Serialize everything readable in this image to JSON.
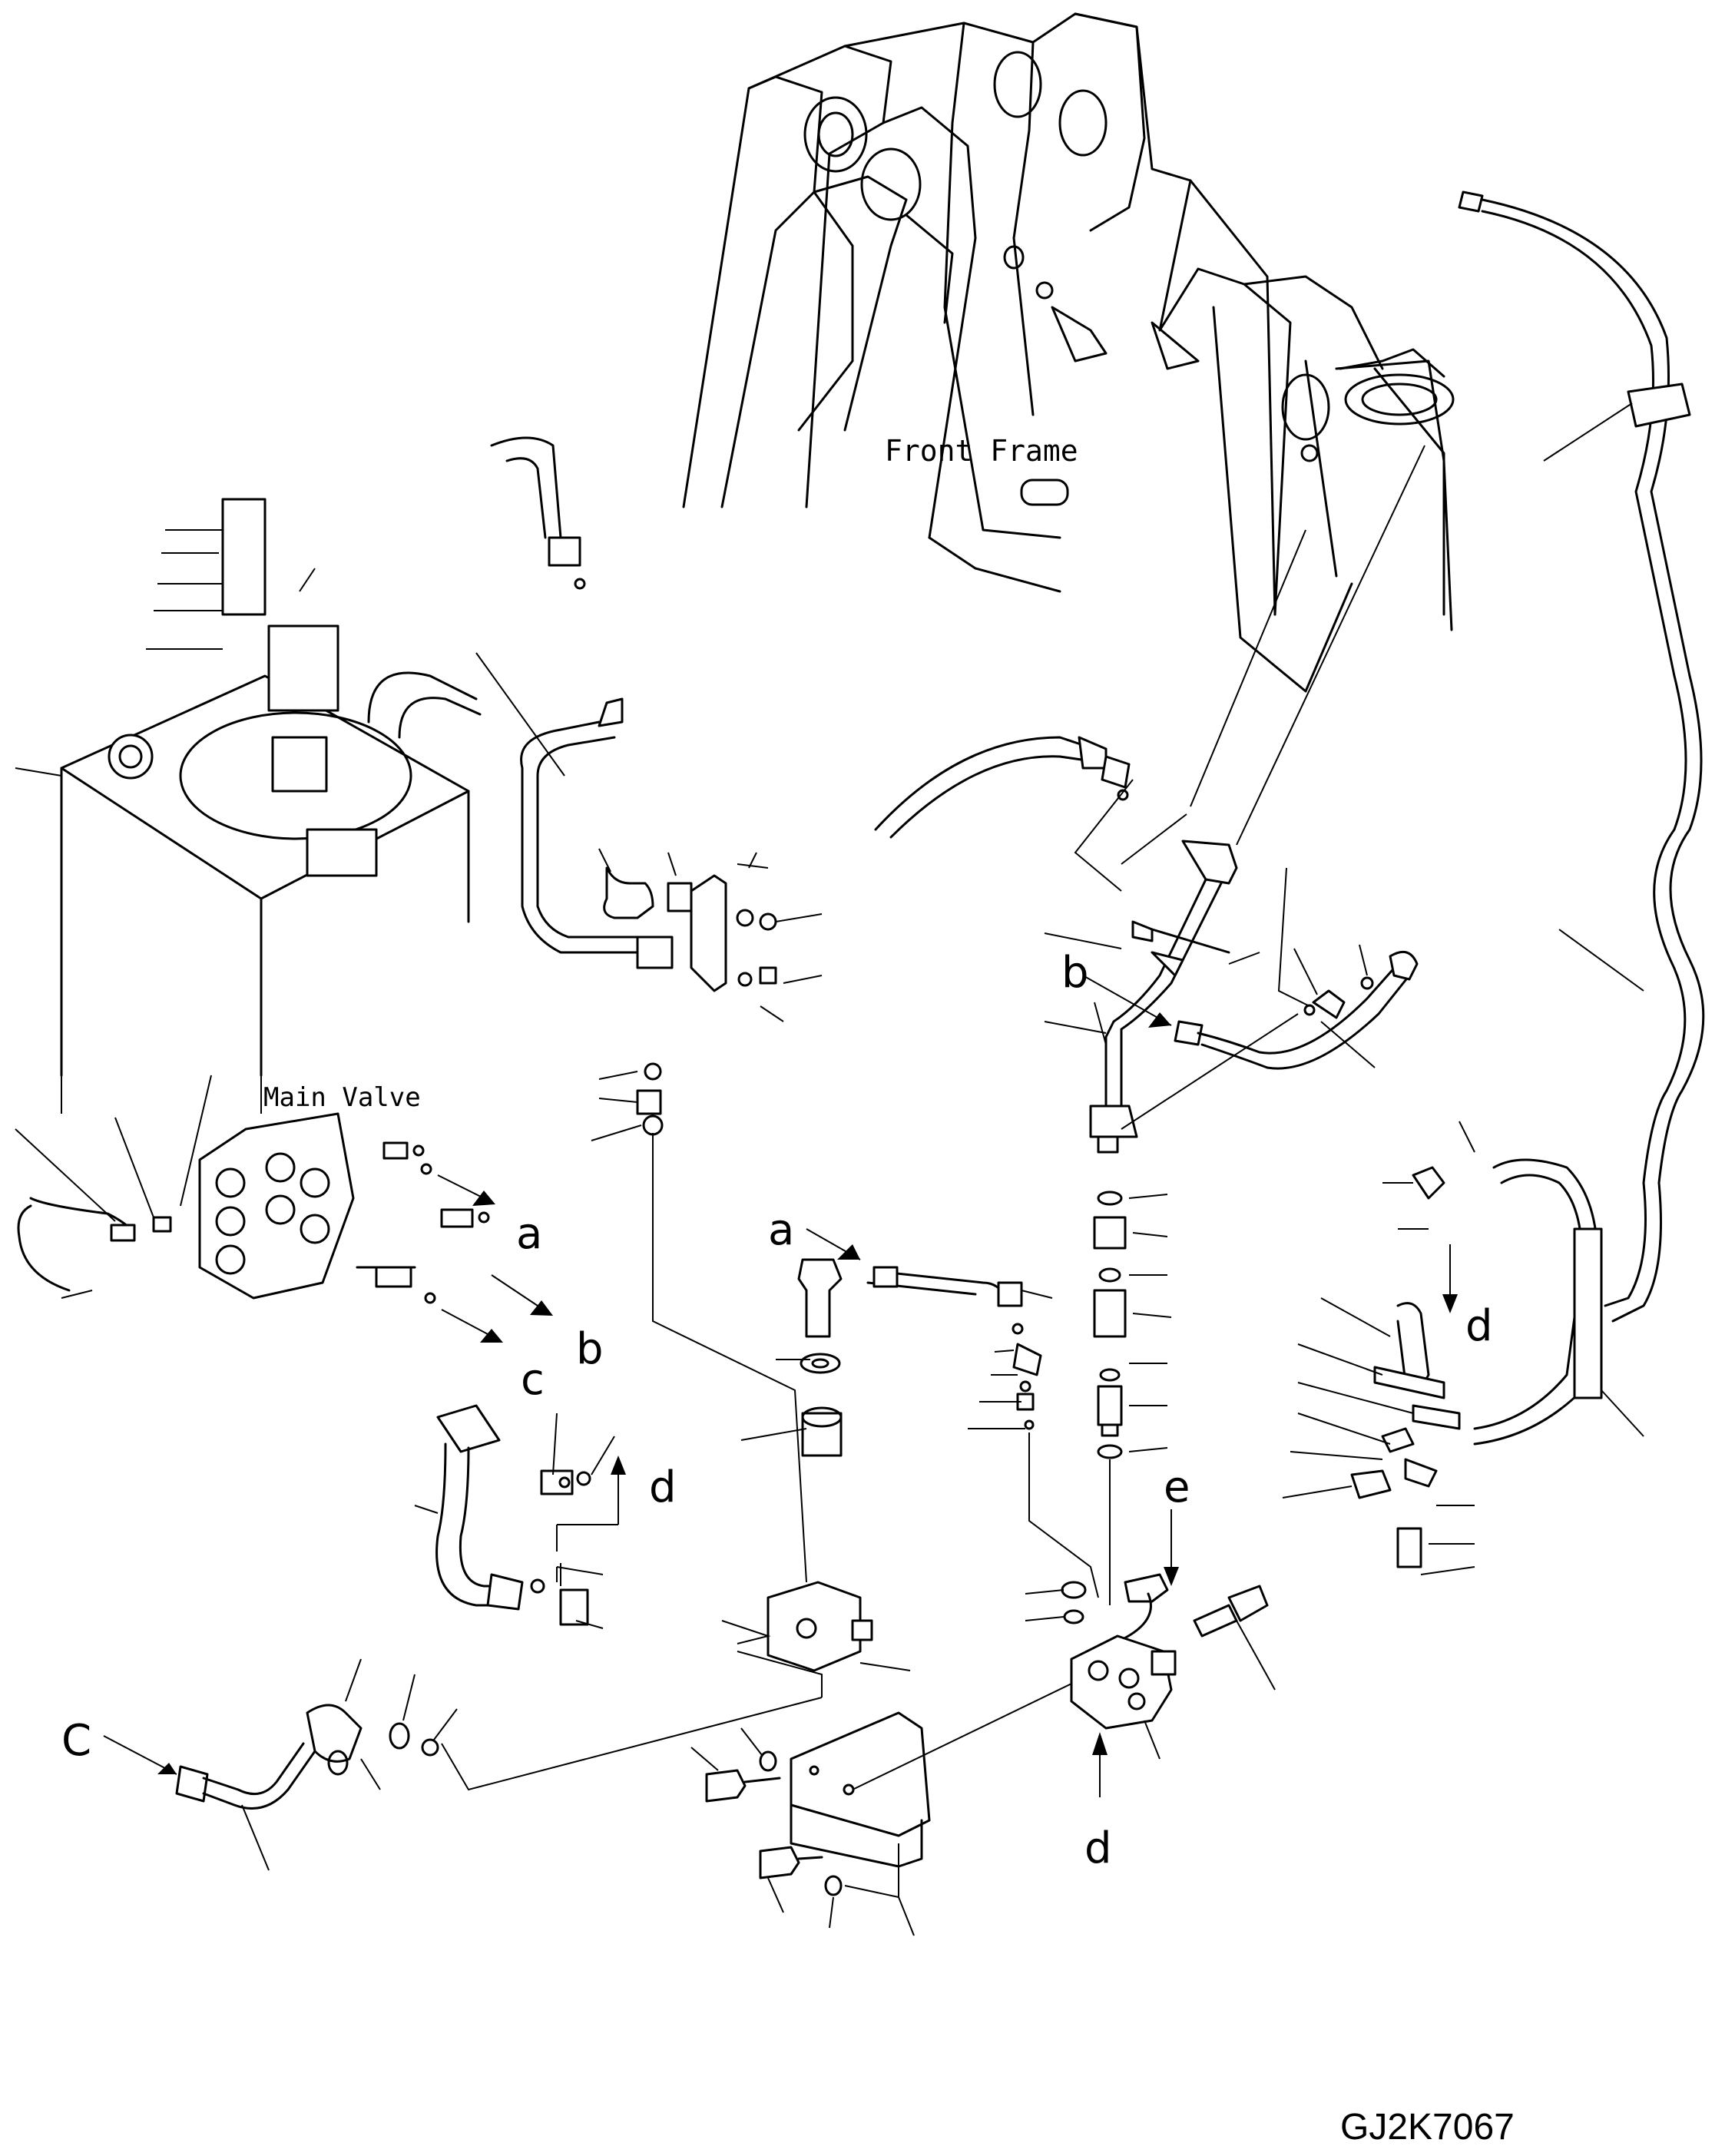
{
  "labels": {
    "front_frame": "Front Frame",
    "main_valve": "Main Valve",
    "drawing_code": "GJ2K7067"
  },
  "arrow_labels": {
    "a_main": "a",
    "b_main": "b",
    "c_main": "c",
    "a_mid": "a",
    "b_right": "b",
    "d_left": "d",
    "c_bottom": "C",
    "d_right": "d",
    "e": "e",
    "d_bottom": "d"
  }
}
